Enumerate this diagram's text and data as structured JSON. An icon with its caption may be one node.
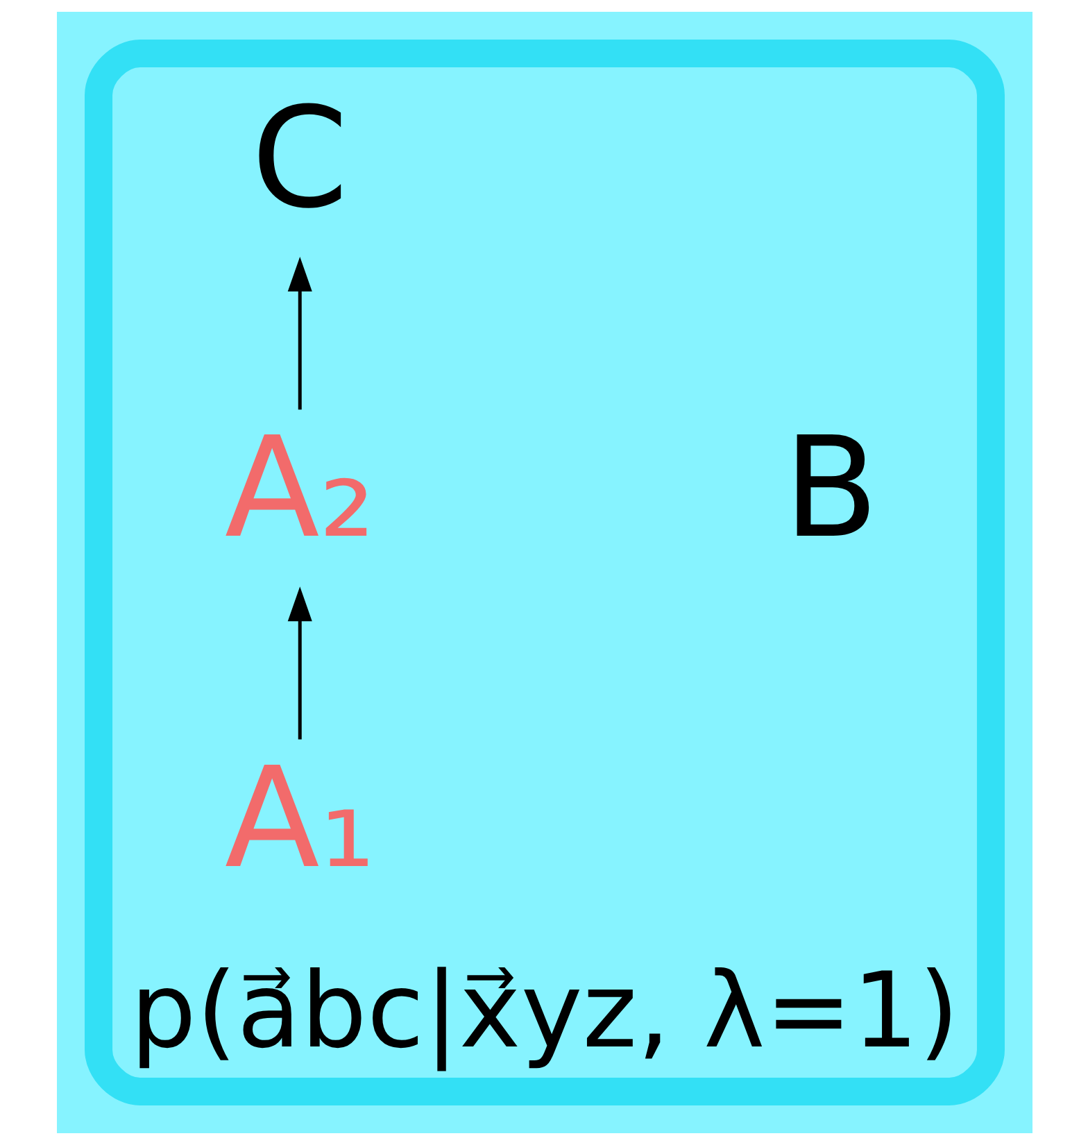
{
  "diagram": {
    "nodes": [
      {
        "text": [
          "p(a⃗bc|x⃗yz, λ=1)"
        ]
      },
      {
        "text": [
          "C"
        ],
        "in": 0
      },
      {
        "text": [
          "A₂"
        ],
        "in": 0
      },
      {
        "text": [
          "B"
        ],
        "in": 0
      },
      {
        "text": [
          "A₁"
        ],
        "in": 0
      }
    ],
    "edges": [
      {
        "from": 4,
        "to": 2,
        "arrow": "to"
      },
      {
        "from": 2,
        "to": 1,
        "arrow": "to"
      }
    ]
  }
}
